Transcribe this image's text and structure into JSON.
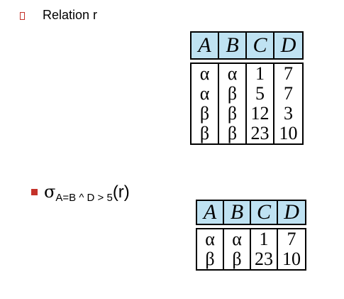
{
  "relation": {
    "label": "Relation r",
    "columns": [
      "A",
      "B",
      "C",
      "D"
    ],
    "rows": [
      [
        "α",
        "α",
        "1",
        "7"
      ],
      [
        "α",
        "β",
        "5",
        "7"
      ],
      [
        "β",
        "β",
        "12",
        "3"
      ],
      [
        "β",
        "β",
        "23",
        "10"
      ]
    ]
  },
  "selection": {
    "sigma": "σ",
    "condition": "A=B ^ D > 5",
    "argument": "(r)",
    "columns": [
      "A",
      "B",
      "C",
      "D"
    ],
    "rows": [
      [
        "α",
        "α",
        "1",
        "7"
      ],
      [
        "β",
        "β",
        "23",
        "10"
      ]
    ]
  },
  "colors": {
    "bullet": "#c4322a",
    "header_fill": "#bfe2f2"
  }
}
